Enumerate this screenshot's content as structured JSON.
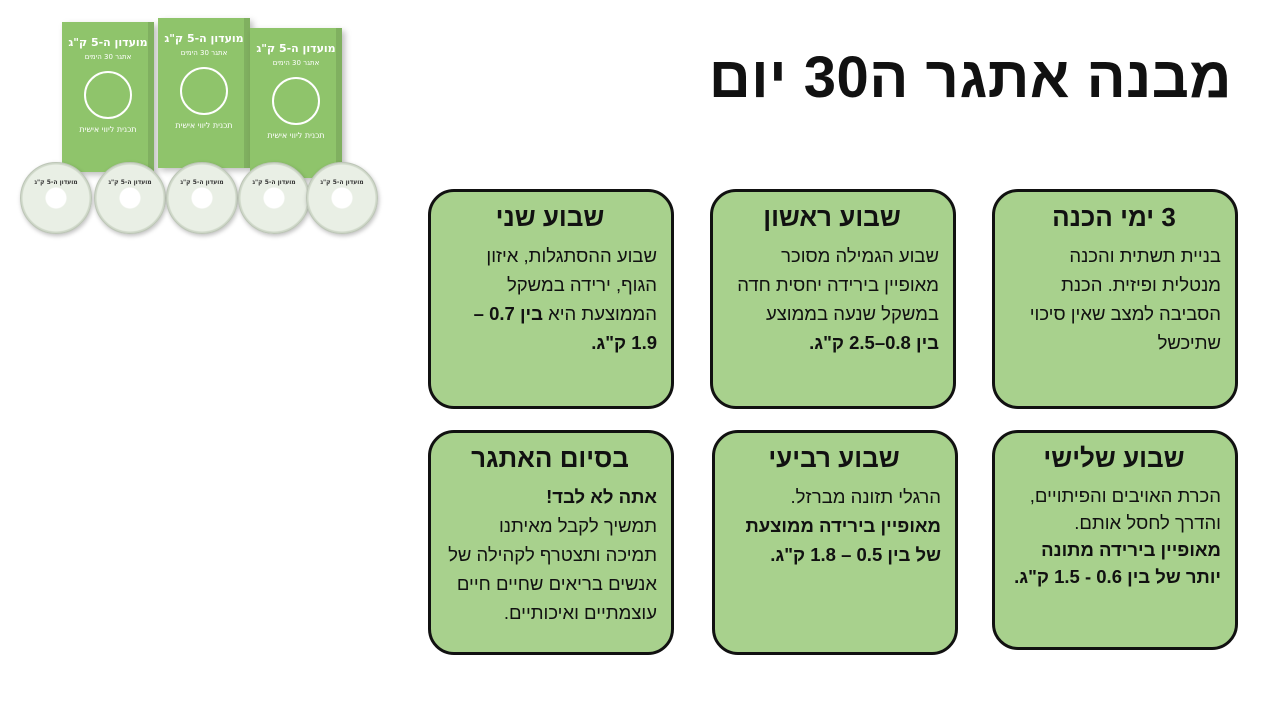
{
  "title": "מבנה אתגר ה30 יום",
  "product": {
    "box_title": "מועדון ה-5 ק\"ג",
    "box_subtitle": "אתגר 30 הימים",
    "box_text": "תכנית ליווי אישית",
    "disc_label": "מועדון ה-5 ק\"ג"
  },
  "cards": {
    "prep": {
      "title": "3 ימי הכנה",
      "body": "בניית תשתית והכנה מנטלית ופיזית. הכנת הסביבה למצב שאין סיכוי שתיכשל"
    },
    "week1": {
      "title": "שבוע ראשון",
      "body": "שבוע הגמילה מסוכר מאופיין בירידה יחסית חדה במשקל שנעה בממוצע",
      "bold": "בין 0.8–2.5 ק\"ג."
    },
    "week2": {
      "title": "שבוע שני",
      "body": "שבוע ההסתגלות, איזון הגוף, ירידה במשקל הממוצעת היא ",
      "bold": "בין 0.7 – 1.9 ק\"ג."
    },
    "week3": {
      "title": "שבוע שלישי",
      "body": "הכרת האויבים והפיתויים, והדרך לחסל אותם.",
      "bold": "מאופיין בירידה מתונה יותר של בין 0.6 - 1.5 ק\"ג."
    },
    "week4": {
      "title": "שבוע רביעי",
      "body": "הרגלי תזונה מברזל.",
      "bold": "מאופיין בירידה ממוצעת של בין 0.5 – 1.8 ק\"ג."
    },
    "end": {
      "title": "בסיום האתגר",
      "bold": "אתה לא לבד!",
      "body": "תמשיך לקבל מאיתנו תמיכה ותצטרף לקהילה של אנשים בריאים שחיים חיים עוצמתיים ואיכותיים."
    }
  }
}
